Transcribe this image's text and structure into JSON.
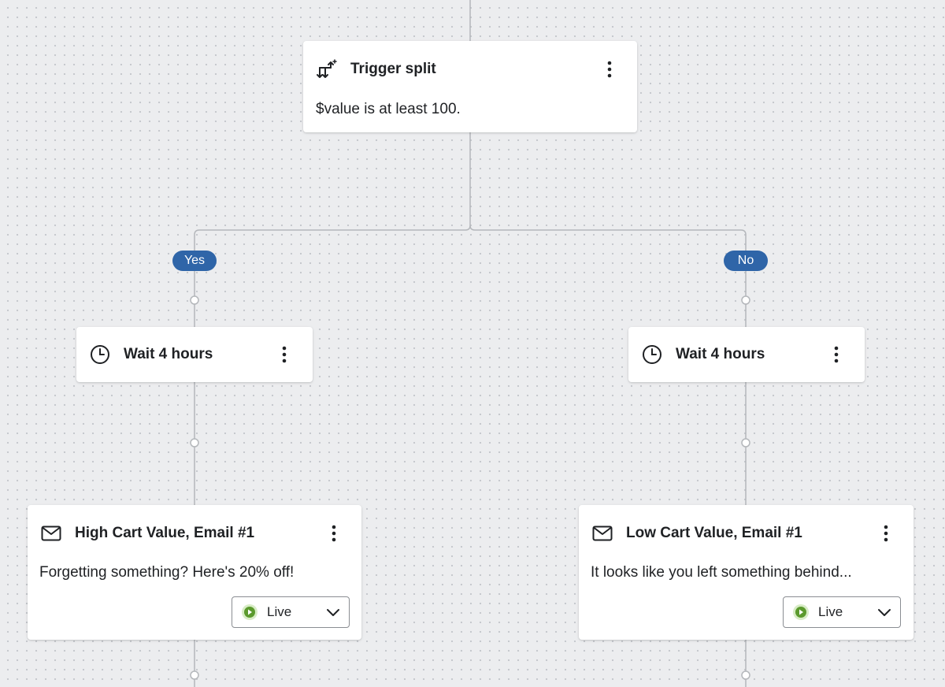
{
  "theme": {
    "canvas_bg": "#ecedef",
    "badge_color": "#2f65a8",
    "live_color": "#5b9a2d",
    "connector_color": "#b4b7bb"
  },
  "trigger_split": {
    "icon": "trigger-split-icon",
    "title": "Trigger split",
    "description": "$value is at least 100."
  },
  "branches": {
    "yes_label": "Yes",
    "no_label": "No"
  },
  "wait_yes": {
    "icon": "clock-icon",
    "title": "Wait 4 hours"
  },
  "wait_no": {
    "icon": "clock-icon",
    "title": "Wait 4 hours"
  },
  "email_yes": {
    "icon": "mail-icon",
    "title": "High Cart Value, Email #1",
    "description": "Forgetting something? Here's 20% off!",
    "status": "Live"
  },
  "email_no": {
    "icon": "mail-icon",
    "title": "Low Cart Value, Email #1",
    "description": "It looks like you left something behind...",
    "status": "Live"
  }
}
